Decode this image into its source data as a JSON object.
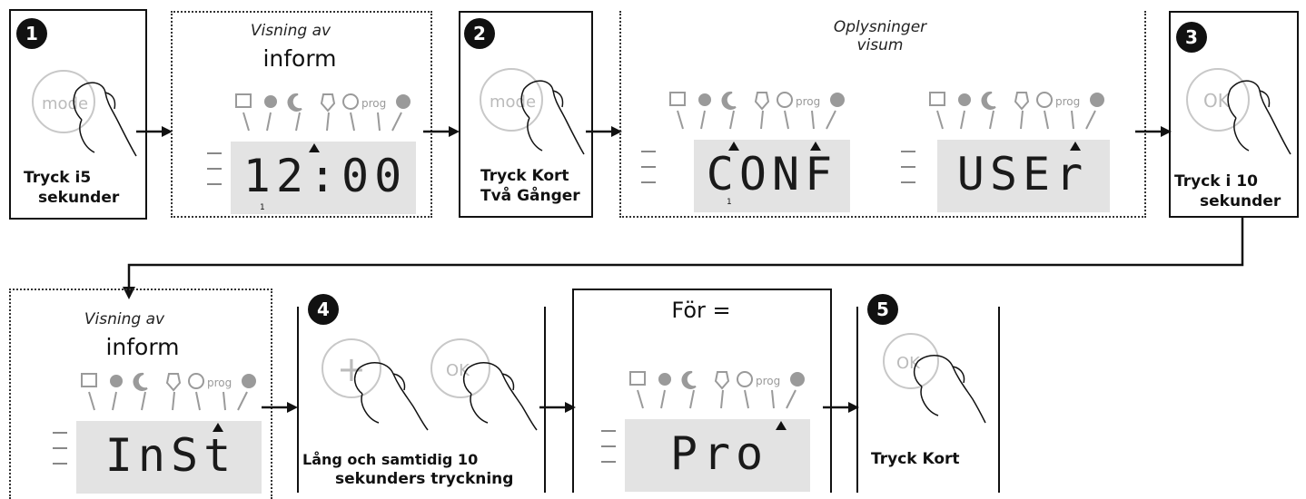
{
  "steps": {
    "s1": {
      "badge": "1",
      "caption": [
        "Tryck i5",
        "sekunder"
      ],
      "button": "mode"
    },
    "s2": {
      "badge": "2",
      "caption": [
        "Tryck Kort",
        "Två Gånger"
      ],
      "button": "mode"
    },
    "s3": {
      "badge": "3",
      "caption": [
        "Tryck i 10",
        "sekunder"
      ],
      "button": "OK"
    },
    "s4": {
      "badge": "4",
      "caption": [
        "Lång och samtidig 10",
        "sekunders tryckning"
      ],
      "buttons": [
        "+",
        "OK"
      ]
    },
    "s5": {
      "badge": "5",
      "caption": [
        "Tryck Kort"
      ],
      "button": "OK"
    }
  },
  "panels": {
    "display1": {
      "italic": "Visning av",
      "big": "inform",
      "screen": "12:00",
      "small": "1"
    },
    "display2": {
      "italic": [
        "Oplysninger",
        "visum"
      ],
      "screens": [
        "CONF",
        "USEr"
      ],
      "small": "1"
    },
    "display3": {
      "italic": "Visning av",
      "big": "inform",
      "screen": "InSt"
    },
    "display4": {
      "big": "För =",
      "screen": "Pro"
    }
  },
  "lcd_icons": [
    "calendar-icon",
    "sun-icon",
    "moon-icon",
    "snowflake-shield-icon",
    "clock-icon",
    "prog",
    "gear-icon"
  ],
  "lcd_icon_label": "prog",
  "colors": {
    "icon": "#9a9a9a",
    "screen": "#e3e3e3",
    "ink": "#111111"
  }
}
